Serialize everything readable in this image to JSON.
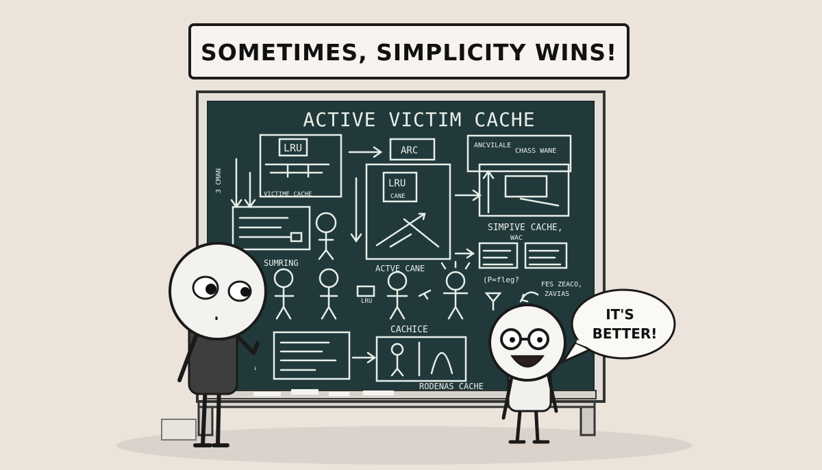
{
  "banner": {
    "text": "SOMETIMES, SIMPLICITY WINS!"
  },
  "board": {
    "title": "ACTIVE VICTIM CACHE",
    "labels": {
      "lru_top": "LRU",
      "lru_top_caption": "VICTIME CACHE",
      "arc": "ARC",
      "lru_mid": "LRU",
      "lru_mid_sub": "CANE",
      "active_cane": "ACTVE CANE",
      "top_right_1": "ANCVILALE",
      "top_right_2": "CHASS WANE",
      "simpive": "SIMPIVE CACHE,",
      "simpive_sub": "WAC",
      "sumring": "SUMRING",
      "cachice": "CACHICE",
      "rodenas": "RODENAS CACHE",
      "left_vertical": "3 CMAN",
      "small_box": "LRU",
      "right_note": "FES ZEACO,",
      "right_note_2": "ZAVIAS",
      "q_note": "(P=fleg?"
    }
  },
  "speech": {
    "text_line1": "IT'S",
    "text_line2": "BETTER!"
  },
  "colors": {
    "wall": "#ece4db",
    "board": "#22393b",
    "frame": "#ddd9d2",
    "chalk": "#e8efe9",
    "ink": "#1a1a1a",
    "shirt": "#3e3e3e"
  }
}
